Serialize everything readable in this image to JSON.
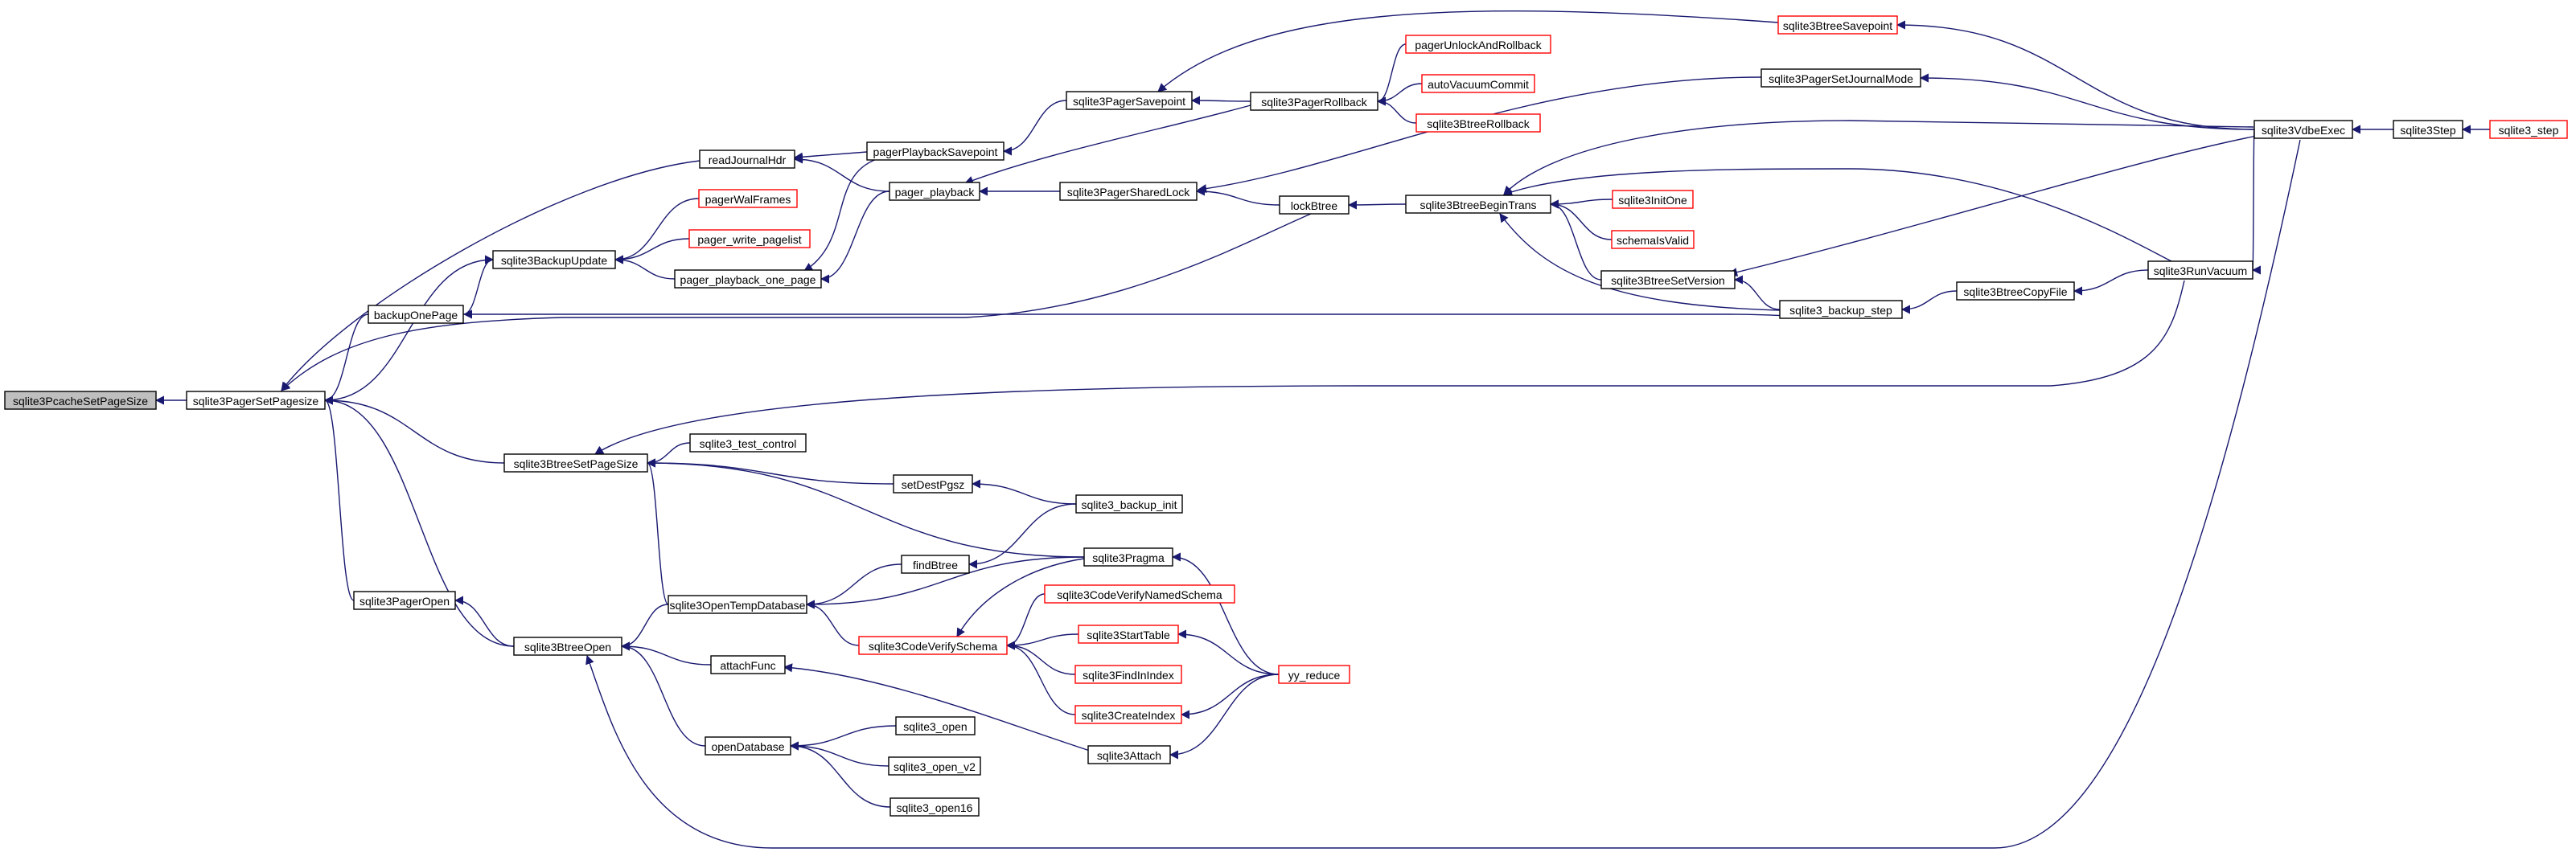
{
  "colors": {
    "edge": "#191970",
    "border_normal": "#000000",
    "border_truncated": "#ff0000",
    "focus_fill": "#bfbfbf",
    "fill": "#ffffff"
  },
  "nodes": [
    {
      "id": "n_pcache",
      "label": "sqlite3PcacheSetPageSize",
      "kind": "focus"
    },
    {
      "id": "n_pagersetps",
      "label": "sqlite3PagerSetPagesize",
      "kind": "normal"
    },
    {
      "id": "n_readjh",
      "label": "readJournalHdr",
      "kind": "normal"
    },
    {
      "id": "n_backupupd",
      "label": "sqlite3BackupUpdate",
      "kind": "normal"
    },
    {
      "id": "n_backuponepage",
      "label": "backupOnePage",
      "kind": "normal"
    },
    {
      "id": "n_btreesetps",
      "label": "sqlite3BtreeSetPageSize",
      "kind": "normal"
    },
    {
      "id": "n_pageropen",
      "label": "sqlite3PagerOpen",
      "kind": "normal"
    },
    {
      "id": "n_btreeopen",
      "label": "sqlite3BtreeOpen",
      "kind": "normal"
    },
    {
      "id": "n_pagerwalframes",
      "label": "pagerWalFrames",
      "kind": "truncated"
    },
    {
      "id": "n_pagerwritepl",
      "label": "pager_write_pagelist",
      "kind": "truncated"
    },
    {
      "id": "n_pagerpbonepage",
      "label": "pager_playback_one_page",
      "kind": "normal"
    },
    {
      "id": "n_testcontrol",
      "label": "sqlite3_test_control",
      "kind": "normal"
    },
    {
      "id": "n_opentempdb",
      "label": "sqlite3OpenTempDatabase",
      "kind": "normal"
    },
    {
      "id": "n_attachfunc",
      "label": "attachFunc",
      "kind": "normal"
    },
    {
      "id": "n_opendatabase",
      "label": "openDatabase",
      "kind": "normal"
    },
    {
      "id": "n_pagerpbsp",
      "label": "pagerPlaybackSavepoint",
      "kind": "normal"
    },
    {
      "id": "n_pagerpb",
      "label": "pager_playback",
      "kind": "normal"
    },
    {
      "id": "n_setdestpgsz",
      "label": "setDestPgsz",
      "kind": "normal"
    },
    {
      "id": "n_findbtree",
      "label": "findBtree",
      "kind": "normal"
    },
    {
      "id": "n_codeverify",
      "label": "sqlite3CodeVerifySchema",
      "kind": "truncated"
    },
    {
      "id": "n_sqlite3open",
      "label": "sqlite3_open",
      "kind": "normal"
    },
    {
      "id": "n_sqlite3openv2",
      "label": "sqlite3_open_v2",
      "kind": "normal"
    },
    {
      "id": "n_sqlite3open16",
      "label": "sqlite3_open16",
      "kind": "normal"
    },
    {
      "id": "n_pagersavepoint",
      "label": "sqlite3PagerSavepoint",
      "kind": "normal"
    },
    {
      "id": "n_pagersharedlock",
      "label": "sqlite3PagerSharedLock",
      "kind": "normal"
    },
    {
      "id": "n_backupinit",
      "label": "sqlite3_backup_init",
      "kind": "normal"
    },
    {
      "id": "n_pragma",
      "label": "sqlite3Pragma",
      "kind": "normal"
    },
    {
      "id": "n_codeverifynamed",
      "label": "sqlite3CodeVerifyNamedSchema",
      "kind": "truncated"
    },
    {
      "id": "n_starttable",
      "label": "sqlite3StartTable",
      "kind": "truncated"
    },
    {
      "id": "n_findinindex",
      "label": "sqlite3FindInIndex",
      "kind": "truncated"
    },
    {
      "id": "n_createindex",
      "label": "sqlite3CreateIndex",
      "kind": "truncated"
    },
    {
      "id": "n_attach",
      "label": "sqlite3Attach",
      "kind": "normal"
    },
    {
      "id": "n_pagerrollback",
      "label": "sqlite3PagerRollback",
      "kind": "normal"
    },
    {
      "id": "n_lockbtree",
      "label": "lockBtree",
      "kind": "normal"
    },
    {
      "id": "n_yyreduce",
      "label": "yy_reduce",
      "kind": "truncated"
    },
    {
      "id": "n_pagerunlock",
      "label": "pagerUnlockAndRollback",
      "kind": "truncated"
    },
    {
      "id": "n_autovacuum",
      "label": "autoVacuumCommit",
      "kind": "truncated"
    },
    {
      "id": "n_btreerollback",
      "label": "sqlite3BtreeRollback",
      "kind": "truncated"
    },
    {
      "id": "n_btreebegintrans",
      "label": "sqlite3BtreeBeginTrans",
      "kind": "normal"
    },
    {
      "id": "n_pagersetjm",
      "label": "sqlite3PagerSetJournalMode",
      "kind": "normal"
    },
    {
      "id": "n_btreesavepoint",
      "label": "sqlite3BtreeSavepoint",
      "kind": "truncated"
    },
    {
      "id": "n_initone",
      "label": "sqlite3InitOne",
      "kind": "truncated"
    },
    {
      "id": "n_schemasvalid",
      "label": "schemaIsValid",
      "kind": "truncated"
    },
    {
      "id": "n_btreesetversion",
      "label": "sqlite3BtreeSetVersion",
      "kind": "normal"
    },
    {
      "id": "n_backupstep",
      "label": "sqlite3_backup_step",
      "kind": "normal"
    },
    {
      "id": "n_btreecopyfile",
      "label": "sqlite3BtreeCopyFile",
      "kind": "normal"
    },
    {
      "id": "n_runvacuum",
      "label": "sqlite3RunVacuum",
      "kind": "normal"
    },
    {
      "id": "n_vdbeexec",
      "label": "sqlite3VdbeExec",
      "kind": "normal"
    },
    {
      "id": "n_step",
      "label": "sqlite3Step",
      "kind": "normal"
    },
    {
      "id": "n_sqlite3step",
      "label": "sqlite3_step",
      "kind": "truncated"
    }
  ],
  "edges": [
    {
      "from": "n_pcache",
      "to": "n_pagersetps"
    },
    {
      "from": "n_pagersetps",
      "to": "n_readjh"
    },
    {
      "from": "n_pagersetps",
      "to": "n_backupupd"
    },
    {
      "from": "n_pagersetps",
      "to": "n_backuponepage"
    },
    {
      "from": "n_pagersetps",
      "to": "n_lockbtree"
    },
    {
      "from": "n_pagersetps",
      "to": "n_btreesetps"
    },
    {
      "from": "n_pagersetps",
      "to": "n_pageropen"
    },
    {
      "from": "n_pagersetps",
      "to": "n_btreeopen"
    },
    {
      "from": "n_backupupd",
      "to": "n_backuponepage"
    },
    {
      "from": "n_readjh",
      "to": "n_pagerpbsp"
    },
    {
      "from": "n_readjh",
      "to": "n_pagerpb"
    },
    {
      "from": "n_backupupd",
      "to": "n_pagerwalframes"
    },
    {
      "from": "n_backupupd",
      "to": "n_pagerwritepl"
    },
    {
      "from": "n_backupupd",
      "to": "n_pagerpbonepage"
    },
    {
      "from": "n_pagerpbonepage",
      "to": "n_pagerpbsp"
    },
    {
      "from": "n_pagerpbonepage",
      "to": "n_pagerpb"
    },
    {
      "from": "n_backuponepage",
      "to": "n_backupstep"
    },
    {
      "from": "n_btreesetps",
      "to": "n_runvacuum"
    },
    {
      "from": "n_btreesetps",
      "to": "n_testcontrol"
    },
    {
      "from": "n_btreesetps",
      "to": "n_setdestpgsz"
    },
    {
      "from": "n_btreesetps",
      "to": "n_pragma"
    },
    {
      "from": "n_btreesetps",
      "to": "n_opentempdb"
    },
    {
      "from": "n_pageropen",
      "to": "n_btreeopen"
    },
    {
      "from": "n_btreeopen",
      "to": "n_opentempdb"
    },
    {
      "from": "n_btreeopen",
      "to": "n_attachfunc"
    },
    {
      "from": "n_btreeopen",
      "to": "n_opendatabase"
    },
    {
      "from": "n_btreeopen",
      "to": "n_vdbeexec"
    },
    {
      "from": "n_opentempdb",
      "to": "n_findbtree"
    },
    {
      "from": "n_opentempdb",
      "to": "n_pragma"
    },
    {
      "from": "n_opentempdb",
      "to": "n_codeverify"
    },
    {
      "from": "n_attachfunc",
      "to": "n_attach"
    },
    {
      "from": "n_opendatabase",
      "to": "n_sqlite3open"
    },
    {
      "from": "n_opendatabase",
      "to": "n_sqlite3openv2"
    },
    {
      "from": "n_opendatabase",
      "to": "n_sqlite3open16"
    },
    {
      "from": "n_pagerpbsp",
      "to": "n_pagersavepoint"
    },
    {
      "from": "n_pagerpb",
      "to": "n_pagerrollback"
    },
    {
      "from": "n_pagerpb",
      "to": "n_pagersharedlock"
    },
    {
      "from": "n_setdestpgsz",
      "to": "n_backupinit"
    },
    {
      "from": "n_findbtree",
      "to": "n_backupinit"
    },
    {
      "from": "n_codeverify",
      "to": "n_pragma"
    },
    {
      "from": "n_codeverify",
      "to": "n_codeverifynamed"
    },
    {
      "from": "n_codeverify",
      "to": "n_starttable"
    },
    {
      "from": "n_codeverify",
      "to": "n_findinindex"
    },
    {
      "from": "n_codeverify",
      "to": "n_createindex"
    },
    {
      "from": "n_pagersavepoint",
      "to": "n_pagerrollback"
    },
    {
      "from": "n_pagersavepoint",
      "to": "n_btreesavepoint"
    },
    {
      "from": "n_pagersharedlock",
      "to": "n_lockbtree"
    },
    {
      "from": "n_pagersharedlock",
      "to": "n_pagersetjm"
    },
    {
      "from": "n_pragma",
      "to": "n_yyreduce"
    },
    {
      "from": "n_starttable",
      "to": "n_yyreduce"
    },
    {
      "from": "n_createindex",
      "to": "n_yyreduce"
    },
    {
      "from": "n_attach",
      "to": "n_yyreduce"
    },
    {
      "from": "n_pagerrollback",
      "to": "n_pagerunlock"
    },
    {
      "from": "n_pagerrollback",
      "to": "n_autovacuum"
    },
    {
      "from": "n_pagerrollback",
      "to": "n_btreerollback"
    },
    {
      "from": "n_lockbtree",
      "to": "n_btreebegintrans"
    },
    {
      "from": "n_btreebegintrans",
      "to": "n_vdbeexec"
    },
    {
      "from": "n_btreebegintrans",
      "to": "n_initone"
    },
    {
      "from": "n_btreebegintrans",
      "to": "n_schemasvalid"
    },
    {
      "from": "n_btreebegintrans",
      "to": "n_btreesetversion"
    },
    {
      "from": "n_btreebegintrans",
      "to": "n_backupstep"
    },
    {
      "from": "n_btreebegintrans",
      "to": "n_runvacuum"
    },
    {
      "from": "n_pagersetjm",
      "to": "n_vdbeexec"
    },
    {
      "from": "n_btreesavepoint",
      "to": "n_vdbeexec"
    },
    {
      "from": "n_btreesetversion",
      "to": "n_vdbeexec"
    },
    {
      "from": "n_btreesetversion",
      "to": "n_backupstep"
    },
    {
      "from": "n_backupstep",
      "to": "n_btreecopyfile"
    },
    {
      "from": "n_btreecopyfile",
      "to": "n_runvacuum"
    },
    {
      "from": "n_runvacuum",
      "to": "n_vdbeexec"
    },
    {
      "from": "n_vdbeexec",
      "to": "n_step"
    },
    {
      "from": "n_step",
      "to": "n_sqlite3step"
    }
  ]
}
